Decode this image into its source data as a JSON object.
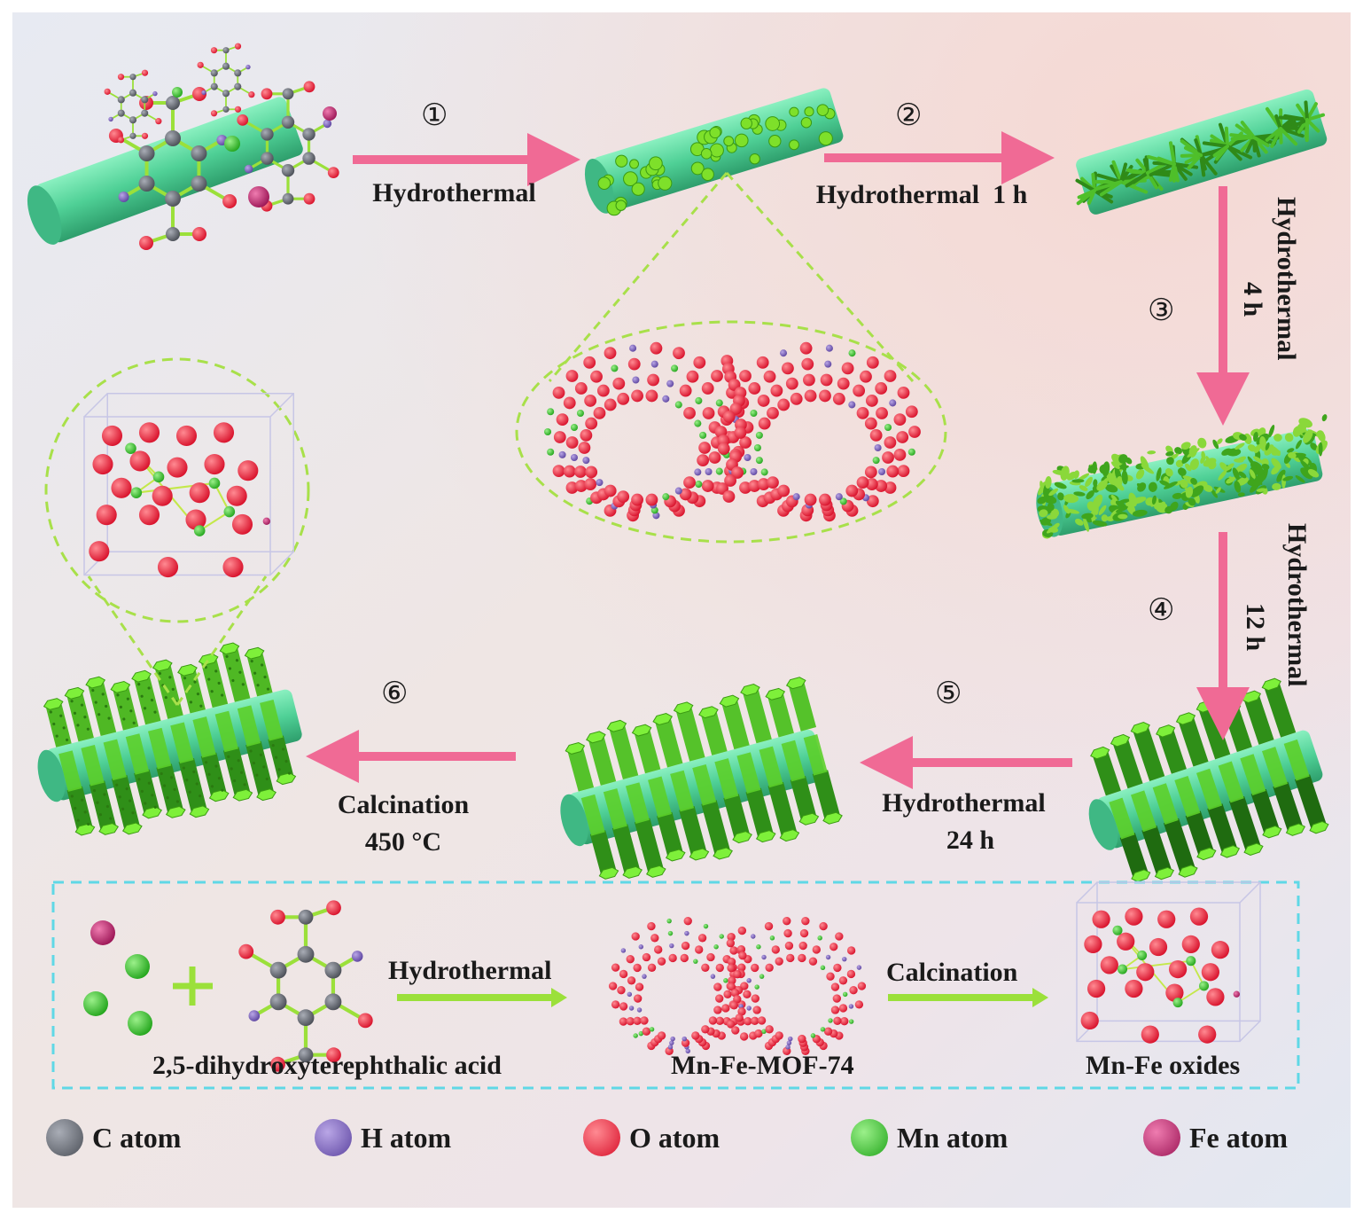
{
  "steps": {
    "s1": {
      "num": "①",
      "label": "Hydrothermal"
    },
    "s2": {
      "num": "②",
      "label": "Hydrothermal  1 h"
    },
    "s3": {
      "num": "③",
      "label": "Hydrothermal",
      "time": "4 h"
    },
    "s4": {
      "num": "④",
      "label": "Hydrothermal",
      "time": "12 h"
    },
    "s5": {
      "num": "⑤",
      "label": "Hydrothermal",
      "time": "24 h"
    },
    "s6": {
      "num": "⑥",
      "label": "Calcination",
      "time": "450 °C"
    }
  },
  "scheme": {
    "reagent": "2,5-dihydroxyterephthalic acid",
    "arrow1": "Hydrothermal",
    "mof": "Mn-Fe-MOF-74",
    "arrow2": "Calcination",
    "oxide": "Mn-Fe oxides"
  },
  "legend": [
    {
      "label": "C atom",
      "color": "#6b6f78"
    },
    {
      "label": "H atom",
      "color": "#8a6fc2"
    },
    {
      "label": "O atom",
      "color": "#e8283a"
    },
    {
      "label": "Mn atom",
      "color": "#3fc93a"
    },
    {
      "label": "Fe atom",
      "color": "#c93a7a"
    }
  ],
  "colors": {
    "arrow_pink": "#f06a95",
    "arrow_green": "#9be03a",
    "rod": "#5fe0a6",
    "crystal": "#3fb51e",
    "dash_green": "#a8e04a",
    "dash_cyan": "#5fd8e6"
  }
}
